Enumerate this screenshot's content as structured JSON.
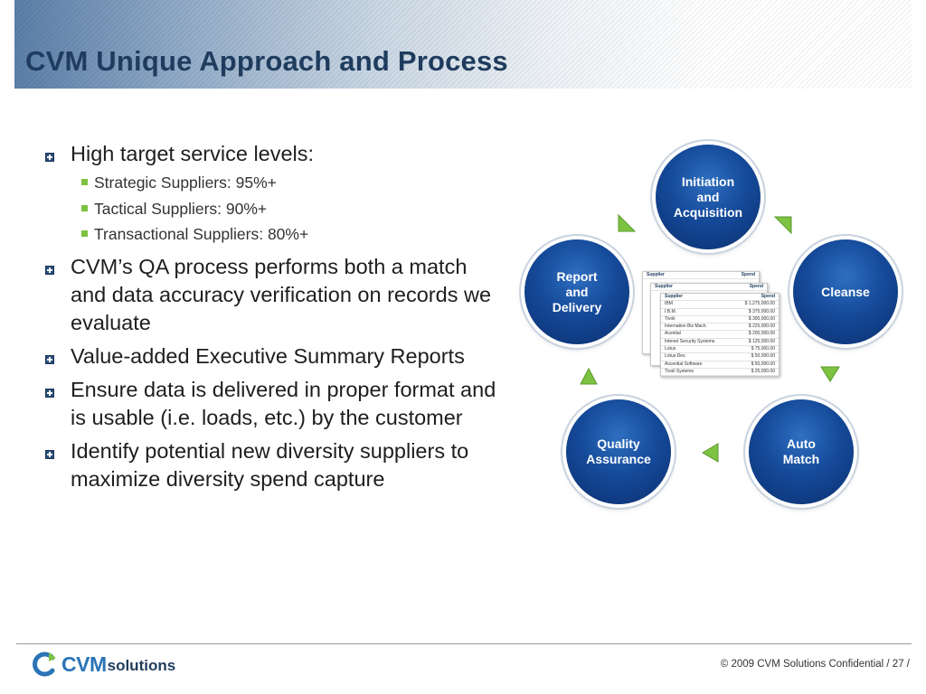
{
  "slide": {
    "title": "CVM Unique Approach and Process"
  },
  "bullets": [
    {
      "text": "High target service levels:",
      "sub": [
        "Strategic Suppliers: 95%+",
        "Tactical Suppliers: 90%+",
        "Transactional Suppliers: 80%+"
      ]
    },
    {
      "text": "CVM’s QA process performs both a match and data accuracy verification on records we evaluate"
    },
    {
      "text": "Value-added Executive Summary Reports"
    },
    {
      "text": "Ensure data is delivered in proper format and is usable (i.e. loads, etc.) by the customer"
    },
    {
      "text": "Identify potential new diversity suppliers to maximize diversity spend capture"
    }
  ],
  "cycle": {
    "nodes": [
      {
        "label": "Initiation\nand\nAcquisition"
      },
      {
        "label": "Cleanse"
      },
      {
        "label": "Auto\nMatch"
      },
      {
        "label": "Quality\nAssurance"
      },
      {
        "label": "Report\nand\nDelivery"
      }
    ],
    "table": {
      "headers": [
        "Supplier",
        "Spend"
      ],
      "rows": [
        [
          "IBM",
          "$ 1,275,000.00"
        ],
        [
          "I.B.M.",
          "$ 375,000.00"
        ],
        [
          "Tivoli",
          "$ 300,000.00"
        ],
        [
          "Internation Biz Mach.",
          "$ 225,000.00"
        ],
        [
          "Acential",
          "$ 200,000.00"
        ],
        [
          "Intenet Security Systems",
          "$ 125,000.00"
        ],
        [
          "Lotus",
          "$ 75,000.00"
        ],
        [
          "Lotus Dev.",
          "$ 50,000.00"
        ],
        [
          "Ascential Software",
          "$ 50,000.00"
        ],
        [
          "Tivoli Systems",
          "$ 25,000.00"
        ]
      ]
    }
  },
  "footer": {
    "logo_cvm": "CVM",
    "logo_solutions": "solutions",
    "copyright": "© 2009 CVM Solutions Confidential",
    "page": "/ 27 /"
  },
  "colors": {
    "title": "#1f3c5e",
    "node": "#154a9a",
    "arrow": "#7dc241",
    "bullet": "#2b4d7a"
  }
}
